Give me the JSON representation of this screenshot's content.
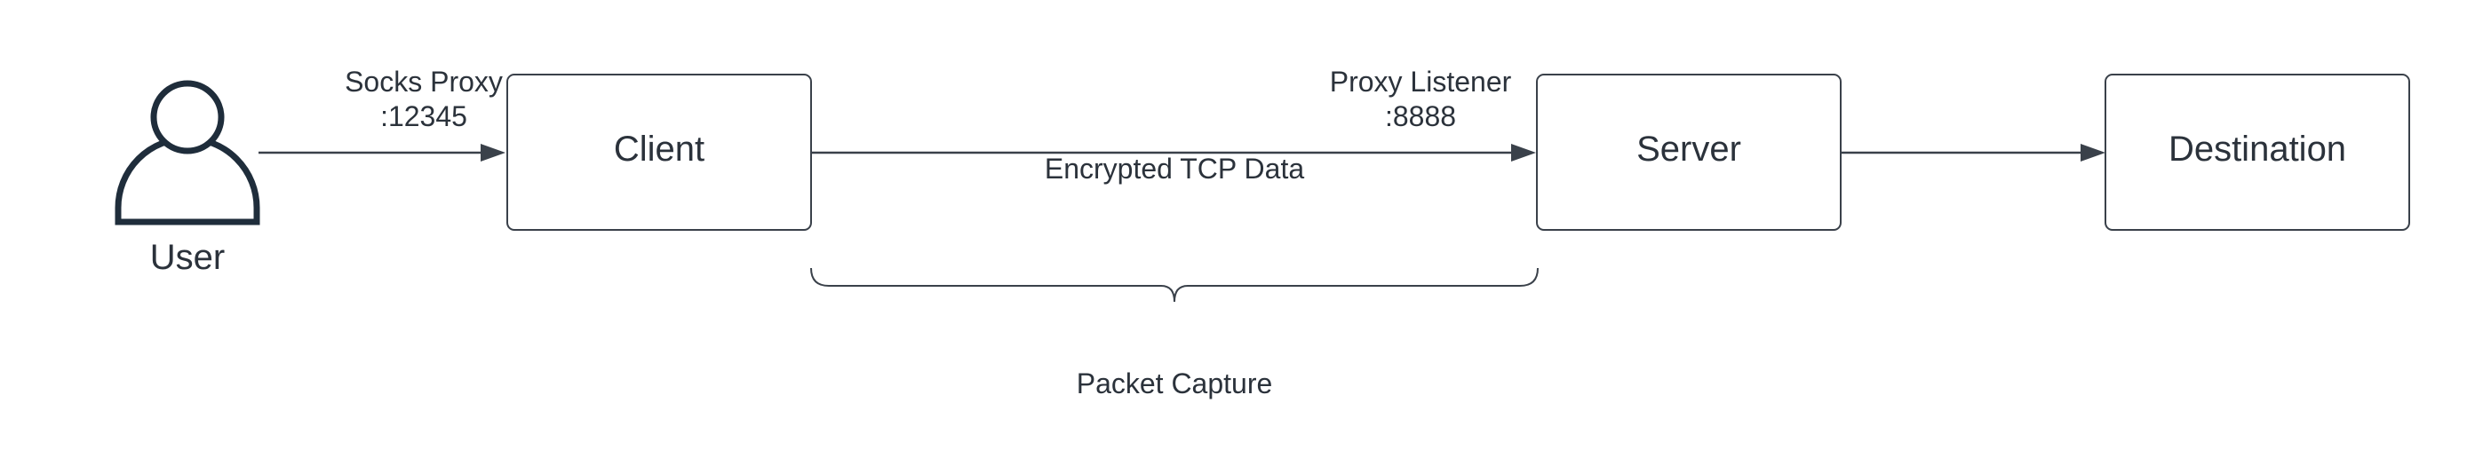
{
  "diagram": {
    "user": {
      "label": "User",
      "icon": "user-icon"
    },
    "nodes": {
      "client": {
        "label": "Client"
      },
      "server": {
        "label": "Server"
      },
      "destination": {
        "label": "Destination"
      }
    },
    "edges": {
      "user_to_client": {
        "line1": "Socks Proxy",
        "line2": ":12345"
      },
      "client_to_server": {
        "listener_line1": "Proxy Listener",
        "listener_line2": ":8888",
        "data_label": "Encrypted TCP Data"
      },
      "server_to_destination": {}
    },
    "annotations": {
      "packet_capture": "Packet Capture"
    },
    "colors": {
      "stroke": "#3a414a",
      "text": "#2b323b",
      "icon": "#1f2d3b"
    }
  }
}
